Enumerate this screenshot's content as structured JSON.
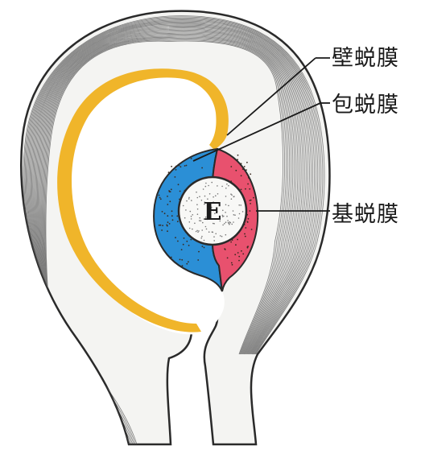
{
  "labels": {
    "parietal": "壁蜕膜",
    "capsular": "包蜕膜",
    "basal": "基蜕膜",
    "embryo": "E"
  },
  "colors": {
    "outline": "#2a2a2a",
    "wall_fill": "#f4f4f2",
    "parietal_decidua": "#f0b52a",
    "capsular_decidua": "#2b8fd6",
    "basal_decidua": "#e8516e",
    "embryo_fill": "#f8f8f6",
    "stipple": "#3a2a20"
  }
}
